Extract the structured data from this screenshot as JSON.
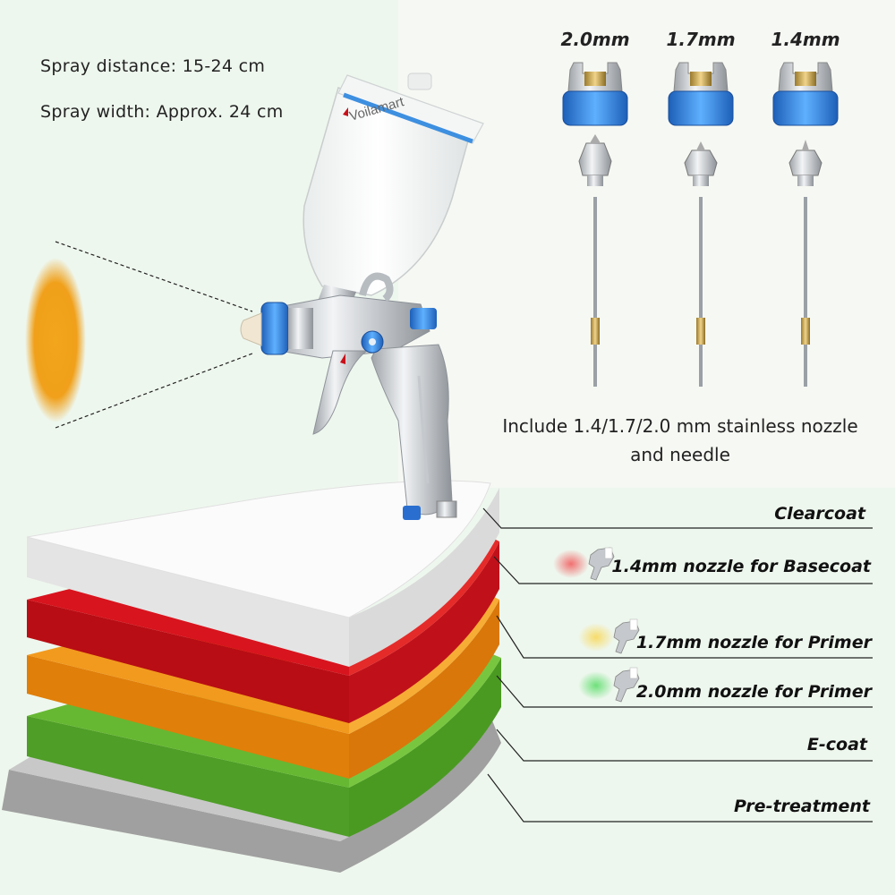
{
  "spray": {
    "distance": "Spray distance:  15-24 cm",
    "width": "Spray width:  Approx. 24 cm"
  },
  "brand": "Voilamart",
  "nozzle_sizes": [
    "2.0mm",
    "1.7mm",
    "1.4mm"
  ],
  "include_text": {
    "line1": "Include 1.4/1.7/2.0 mm stainless nozzle",
    "line2": "and needle"
  },
  "layers": {
    "clearcoat": "Clearcoat",
    "basecoat": "1.4mm nozzle for Basecoat",
    "primer_17": "1.7mm nozzle for Primer",
    "primer_20": "2.0mm nozzle for Primer",
    "ecoat": "E-coat",
    "pretreatment": "Pre-treatment"
  },
  "colors": {
    "background": "#eef7ee",
    "panel": "#f6f8f3",
    "clear": "#f7f7f7",
    "red": "#c8101a",
    "orange": "#e8860e",
    "green": "#55a92c",
    "gray": "#a8a8a8",
    "accent_blue": "#2a78d8",
    "spray_orange": "#f0a21a"
  }
}
